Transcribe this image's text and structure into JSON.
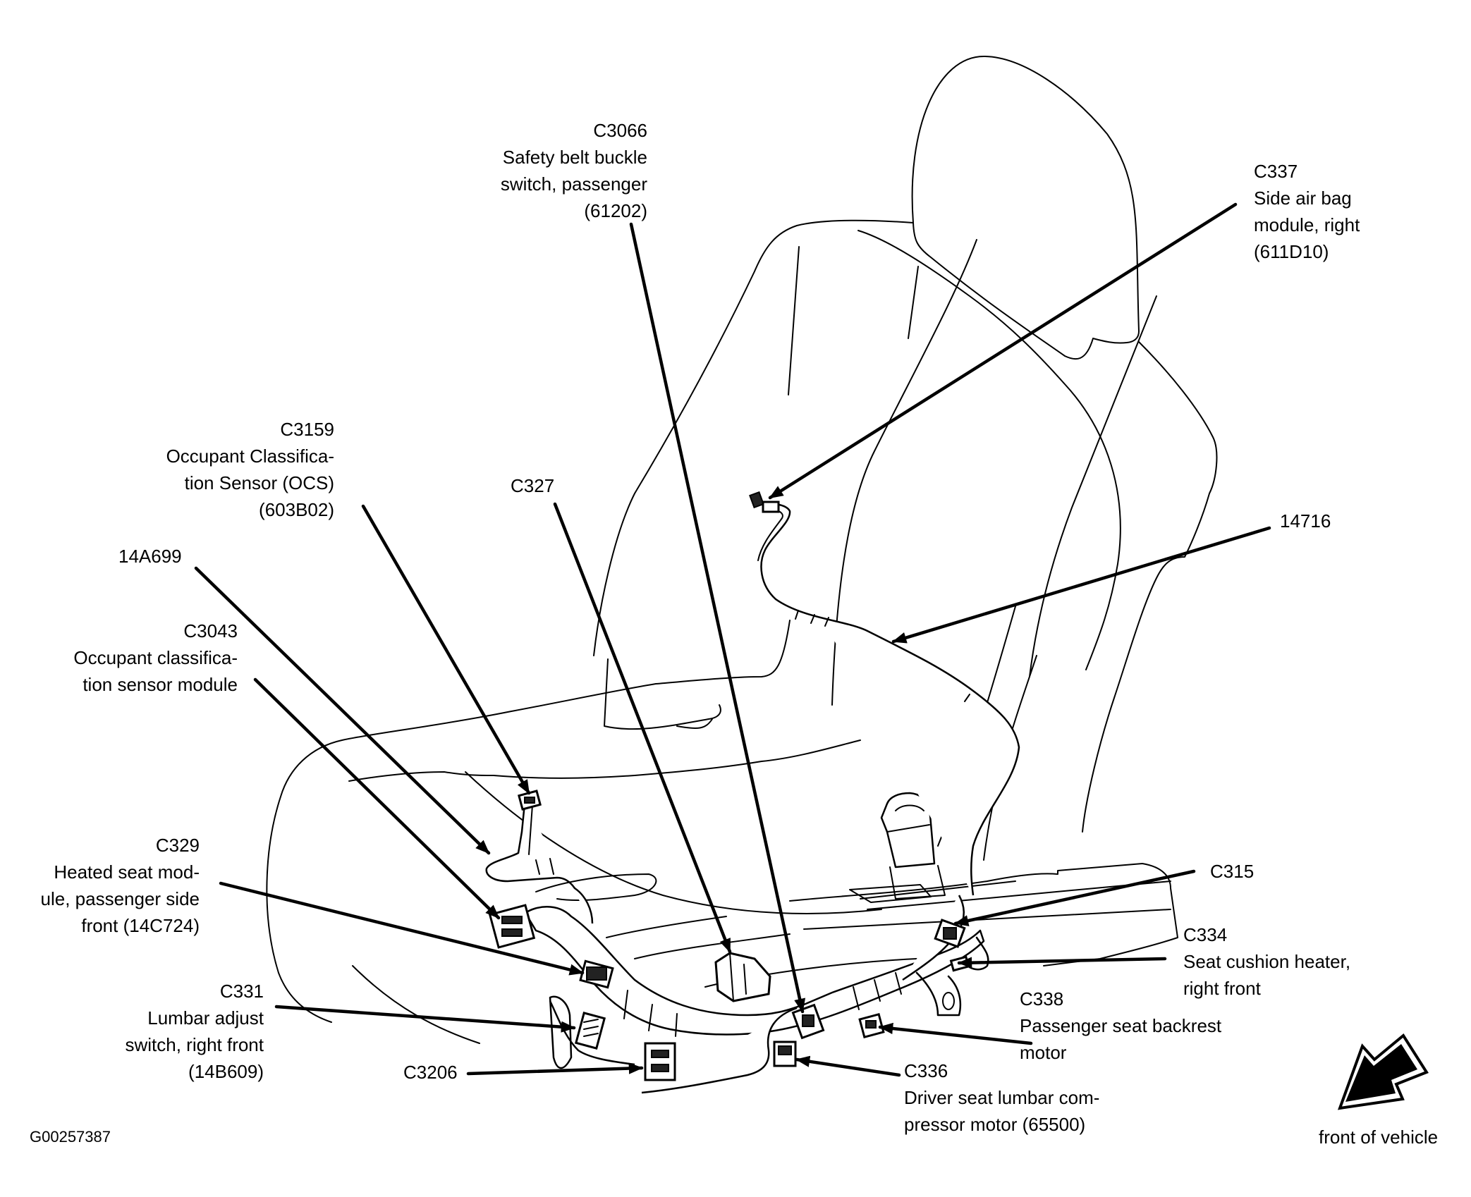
{
  "figure": {
    "id": "G00257387",
    "subject": "Passenger seat wiring harness and connector locations",
    "orientation_label": "front of vehicle",
    "orientation_icon": "direction-arrow-icon"
  },
  "callouts": [
    {
      "key": "c3066",
      "code": "C3066",
      "lines": [
        "Safety belt buckle",
        "switch, passenger",
        "(61202)"
      ]
    },
    {
      "key": "c337",
      "code": "C337",
      "lines": [
        "Side air bag",
        "module, right",
        "(611D10)"
      ]
    },
    {
      "key": "c3159",
      "code": "C3159",
      "lines": [
        "Occupant Classifica-",
        "tion Sensor (OCS)",
        "(603B02)"
      ]
    },
    {
      "key": "c327",
      "code": "C327",
      "lines": []
    },
    {
      "key": "14716",
      "code": "14716",
      "lines": []
    },
    {
      "key": "14a699",
      "code": "14A699",
      "lines": []
    },
    {
      "key": "c3043",
      "code": "C3043",
      "lines": [
        "Occupant classifica-",
        "tion sensor module"
      ]
    },
    {
      "key": "c329",
      "code": "C329",
      "lines": [
        "Heated seat mod-",
        "ule, passenger side",
        "front (14C724)"
      ]
    },
    {
      "key": "c315",
      "code": "C315",
      "lines": []
    },
    {
      "key": "c334",
      "code": "C334",
      "lines": [
        "Seat cushion heater,",
        "right front"
      ]
    },
    {
      "key": "c331",
      "code": "C331",
      "lines": [
        "Lumbar adjust",
        "switch, right front",
        "(14B609)"
      ]
    },
    {
      "key": "c338",
      "code": "C338",
      "lines": [
        "Passenger seat backrest",
        "motor"
      ]
    },
    {
      "key": "c3206",
      "code": "C3206",
      "lines": []
    },
    {
      "key": "c336",
      "code": "C336",
      "lines": [
        "Driver seat lumbar com-",
        "pressor motor (65500)"
      ]
    }
  ]
}
